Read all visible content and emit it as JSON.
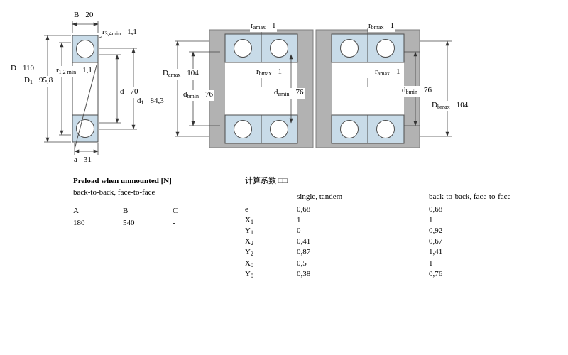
{
  "colors": {
    "bearing_fill": "#c8dbe8",
    "housing_gray": "#b2b2b2",
    "line": "#444444"
  },
  "single_bearing": {
    "labels": [
      {
        "base": "B",
        "sub": "",
        "value": "20"
      },
      {
        "base": "r",
        "sub": "3,4min",
        "value": "1,1"
      },
      {
        "base": "D",
        "sub": "",
        "value": "110"
      },
      {
        "base": "D",
        "sub": "1",
        "value": "95,8"
      },
      {
        "base": "r",
        "sub": "1,2 min",
        "value": "1,1"
      },
      {
        "base": "d",
        "sub": "",
        "value": "70"
      },
      {
        "base": "d",
        "sub": "1",
        "value": "84,3"
      },
      {
        "base": "a",
        "sub": "",
        "value": "31"
      }
    ]
  },
  "pair_back_to_back": {
    "labels": [
      {
        "base": "r",
        "sub": "amax",
        "value": "1"
      },
      {
        "base": "D",
        "sub": "amax",
        "value": "104"
      },
      {
        "base": "r",
        "sub": "bmax",
        "value": "1"
      },
      {
        "base": "d",
        "sub": "bmin",
        "value": "76"
      },
      {
        "base": "d",
        "sub": "amin",
        "value": "76"
      }
    ]
  },
  "pair_face_to_face": {
    "labels": [
      {
        "base": "r",
        "sub": "bmax",
        "value": "1"
      },
      {
        "base": "r",
        "sub": "amax",
        "value": "1"
      },
      {
        "base": "d",
        "sub": "bmin",
        "value": "76"
      },
      {
        "base": "D",
        "sub": "bmax",
        "value": "104"
      }
    ]
  },
  "preload": {
    "title": "Preload when unmounted [N]",
    "subtitle": "back-to-back, face-to-face",
    "headers": [
      "A",
      "B",
      "C"
    ],
    "values": [
      "180",
      "540",
      "-"
    ]
  },
  "factors": {
    "title": "计算系数",
    "title_boxes": "□□",
    "col1_header": "single, tandem",
    "col2_header": "back-to-back, face-to-face",
    "rows": [
      {
        "base": "e",
        "sub": "",
        "v1": "0,68",
        "v2": "0,68"
      },
      {
        "base": "X",
        "sub": "1",
        "v1": "1",
        "v2": "1"
      },
      {
        "base": "Y",
        "sub": "1",
        "v1": "0",
        "v2": "0,92"
      },
      {
        "base": "X",
        "sub": "2",
        "v1": "0,41",
        "v2": "0,67"
      },
      {
        "base": "Y",
        "sub": "2",
        "v1": "0,87",
        "v2": "1,41"
      },
      {
        "base": "X",
        "sub": "0",
        "v1": "0,5",
        "v2": "1"
      },
      {
        "base": "Y",
        "sub": "0",
        "v1": "0,38",
        "v2": "0,76"
      }
    ]
  }
}
